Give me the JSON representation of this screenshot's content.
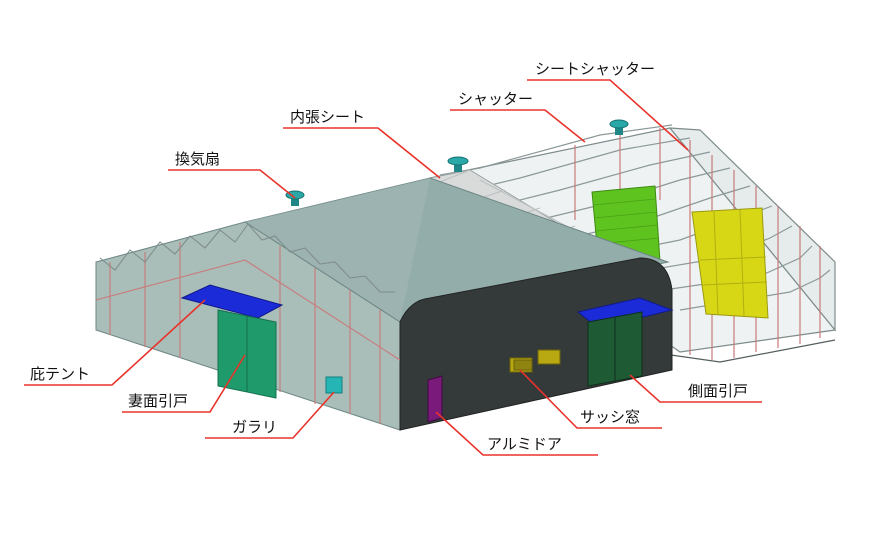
{
  "colors": {
    "leader": "#e8332a",
    "wall_light": "#a9bdb9",
    "wall_dark": "#343a3a",
    "roof": "#93adab",
    "frame": "#c97a7a",
    "awning": "#1b2bd8",
    "door_green": "#1f9a6a",
    "door_dark_green": "#1e5a34",
    "shutter_green": "#5ec21f",
    "sheet_shutter_yellow": "#d7d716",
    "fan": "#2aa7a7",
    "louver": "#25b5b5",
    "sash": "#b8a812",
    "aluminum_door": "#7a1a7a"
  },
  "labels": {
    "sheet_shutter": "シートシャッター",
    "shutter": "シャッター",
    "inner_sheet": "内張シート",
    "vent_fan": "換気扇",
    "awning_tent": "庇テント",
    "end_wall_sliding_door": "妻面引戸",
    "louver": "ガラリ",
    "side_sliding_door": "側面引戸",
    "sash_window": "サッシ窓",
    "aluminum_door": "アルミドア"
  }
}
